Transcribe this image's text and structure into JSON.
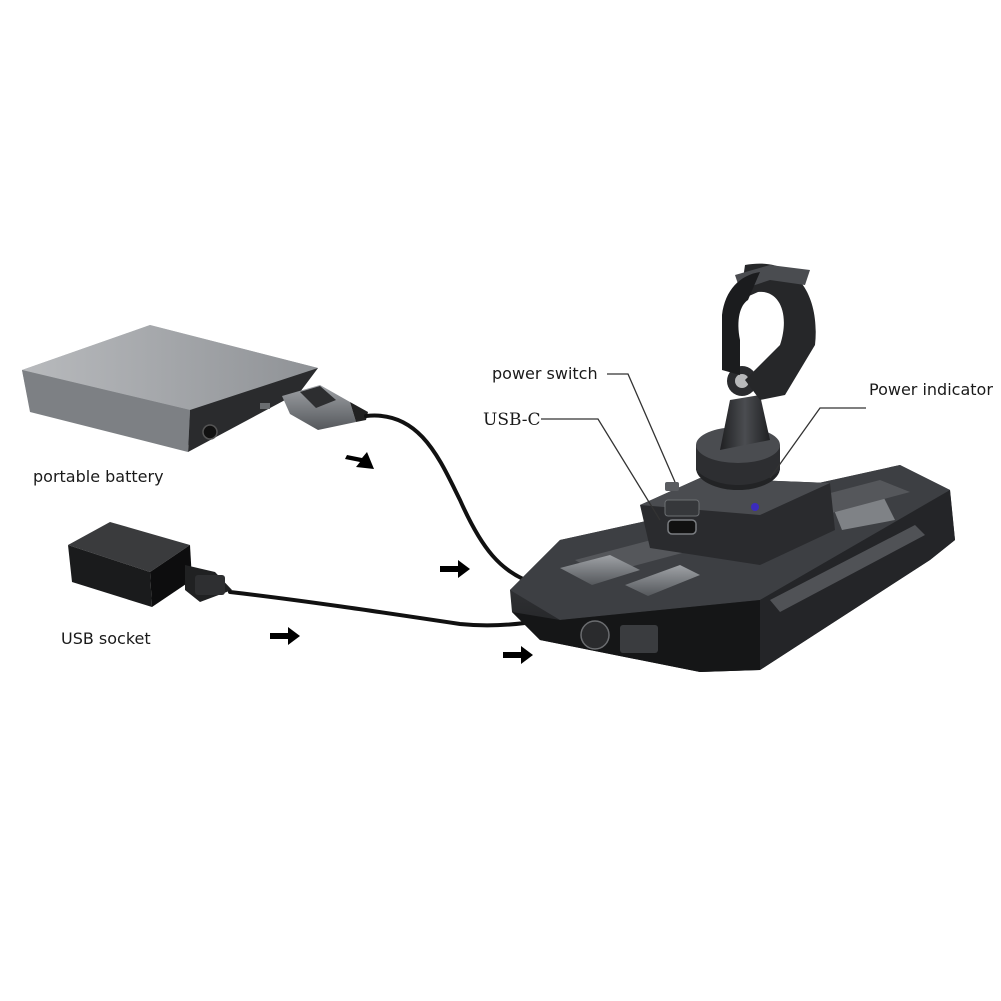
{
  "labels": {
    "portable_battery": "portable battery",
    "usb_socket": "USB socket",
    "power_switch": "power switch",
    "usb_c": "USB-C",
    "power_indicator": "Power indicator"
  },
  "colors": {
    "battery_body": "#8c8f94",
    "device_body": "#2b2d30",
    "cable": "#111111",
    "arrow": "#000000",
    "label_text": "#1a1a1a"
  }
}
